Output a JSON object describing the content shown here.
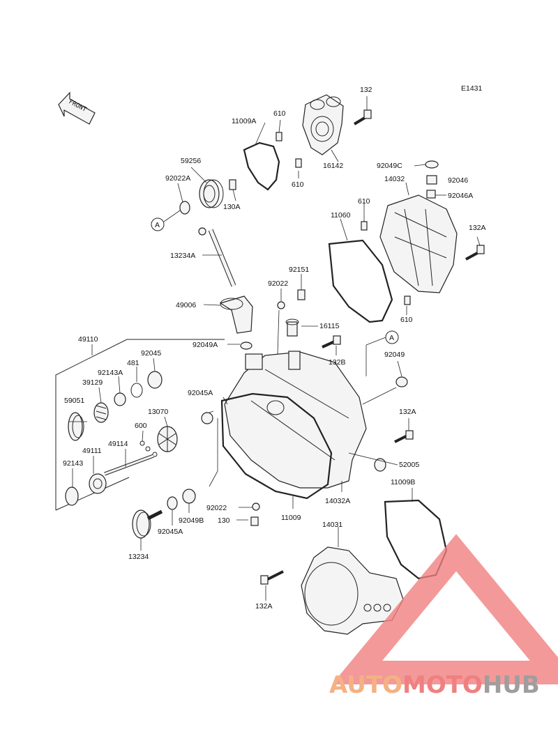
{
  "diagram_code": "E1431",
  "front_label": "FRONT",
  "ref_marker": "A",
  "labels": {
    "p132_top": "132",
    "p11009A": "11009A",
    "p610_a": "610",
    "p610_b": "610",
    "p610_c": "610",
    "p610_d": "610",
    "p16142": "16142",
    "p59256": "59256",
    "p92022A": "92022A",
    "p130A": "130A",
    "p92049C": "92049C",
    "p92046": "92046",
    "p14032": "14032",
    "p92046A": "92046A",
    "p11060": "11060",
    "p132A_r": "132A",
    "p13234A": "13234A",
    "p92151": "92151",
    "p92022_mid": "92022",
    "p49006": "49006",
    "p16115": "16115",
    "p49110": "49110",
    "p92049A": "92049A",
    "p132B": "132B",
    "p92045": "92045",
    "p481": "481",
    "p92143A": "92143A",
    "p39129": "39129",
    "p92049": "92049",
    "p92045A_mid": "92045A",
    "p59051": "59051",
    "p13070": "13070",
    "p132A_mid": "132A",
    "p600": "600",
    "p49114": "49114",
    "p49111": "49111",
    "p52005": "52005",
    "p92143": "92143",
    "p11009B": "11009B",
    "p14032A": "14032A",
    "p92022_low": "92022",
    "p11009": "11009",
    "p130": "130",
    "p92049B": "92049B",
    "p92045A_low": "92045A",
    "p14031": "14031",
    "p13234": "13234",
    "p132A_low": "132A"
  },
  "watermark": {
    "part1": "AUTO",
    "part2": "MOTO",
    "part3": "HUB",
    "color1": "#f4b183",
    "color2": "#f08080",
    "color3": "#9e9e9e",
    "triangle_color": "#f08080"
  }
}
